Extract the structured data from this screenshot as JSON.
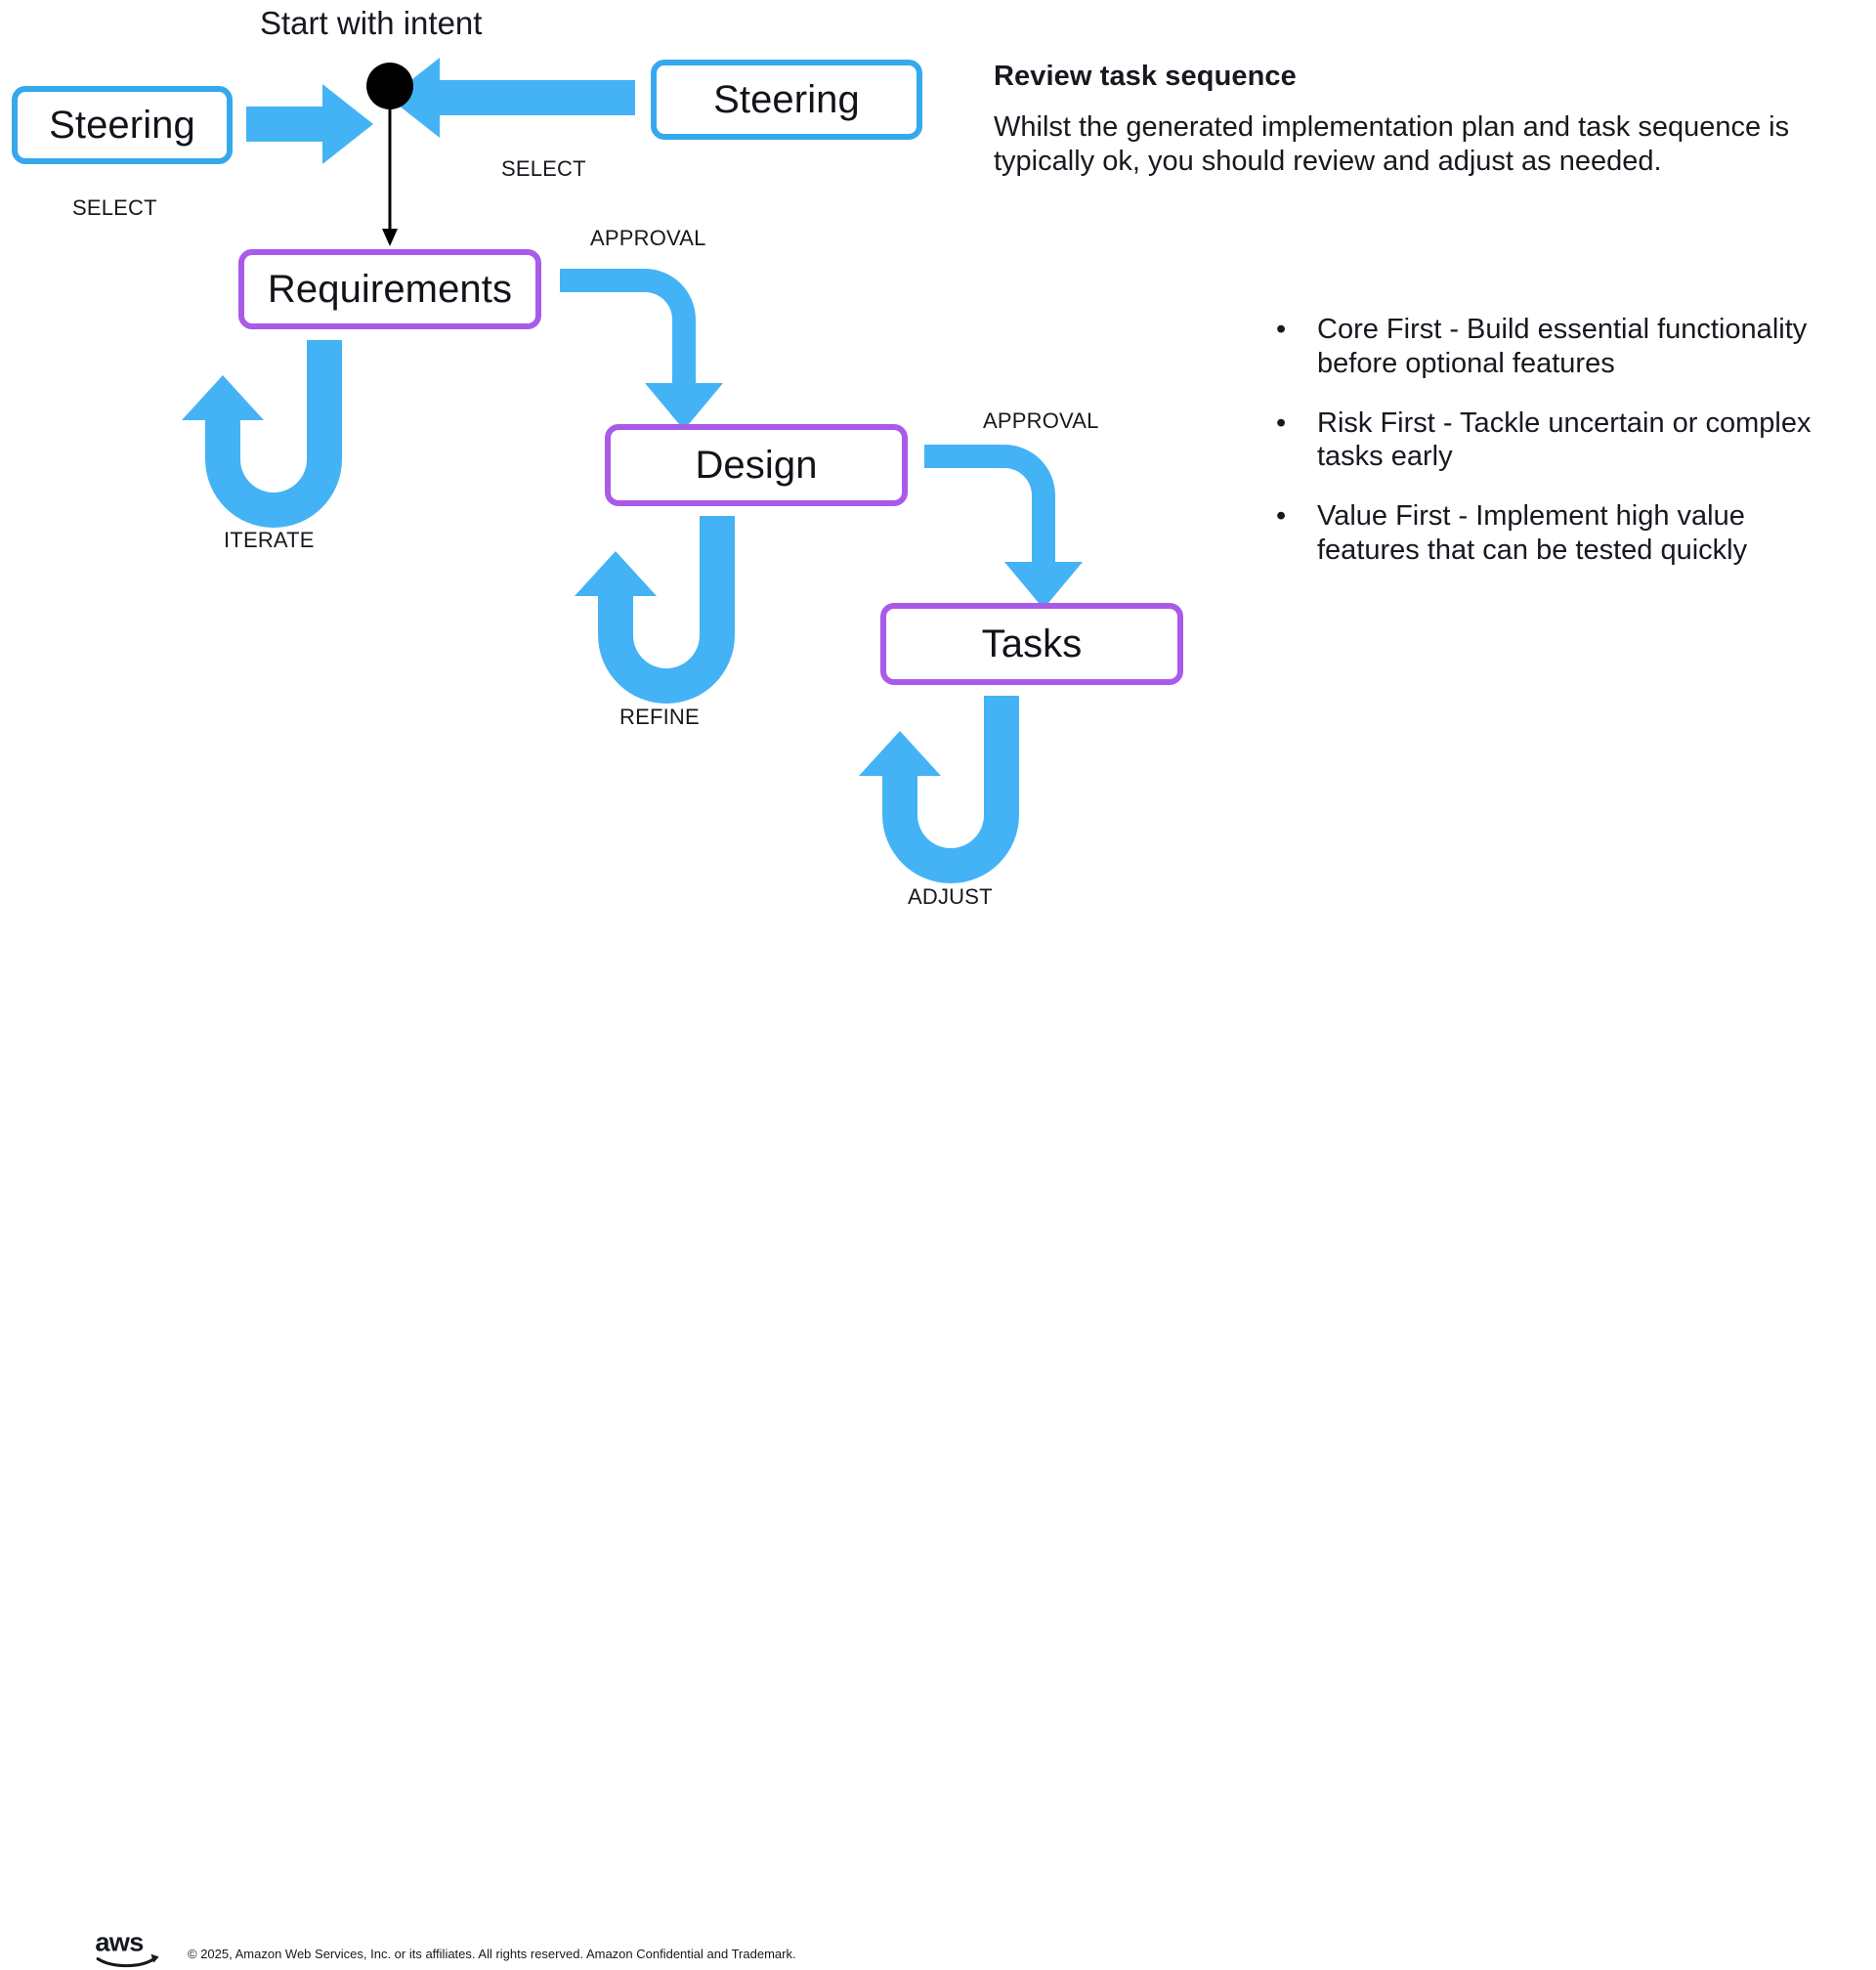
{
  "slide": {
    "caption": "Start with intent",
    "nodes": {
      "steering_left": "Steering",
      "steering_right": "Steering",
      "requirements": "Requirements",
      "design": "Design",
      "tasks": "Tasks"
    },
    "edge_labels": {
      "select_left": "SELECT",
      "select_right": "SELECT",
      "approval_requirements_design": "APPROVAL",
      "approval_design_tasks": "APPROVAL",
      "iterate": "ITERATE",
      "refine": "REFINE",
      "adjust": "ADJUST"
    },
    "colors": {
      "arrow_blue": "#44B3F5",
      "steering_border": "#36A8EC",
      "spec_border": "#A95AE8",
      "start_dot": "#000000",
      "text": "#16191F"
    }
  },
  "content": {
    "heading": "Review task sequence",
    "paragraph": "Whilst the generated implementation plan and task sequence is typically ok, you should review and adjust as needed.",
    "bullets": [
      "Core First - Build essential functionality before optional features",
      "Risk First - Tackle uncertain or complex tasks early",
      "Value First - Implement high value features that can be tested quickly"
    ],
    "bullet_marker": "•"
  },
  "footer": {
    "logo_alt": "aws",
    "copyright": "© 2025, Amazon Web Services, Inc. or its affiliates. All rights reserved. Amazon Confidential and Trademark."
  }
}
